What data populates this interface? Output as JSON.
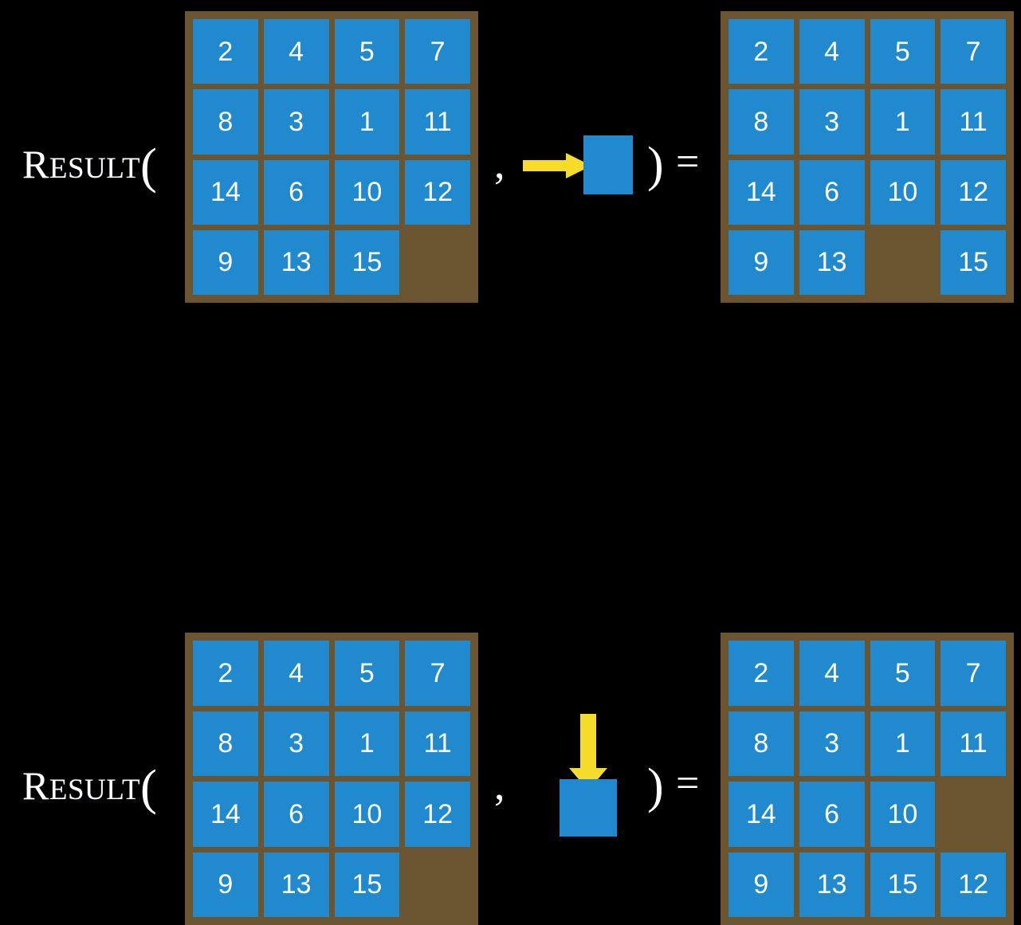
{
  "figure": {
    "background_color": "#000000",
    "tile_color": "#2189ce",
    "board_color": "#6b5430",
    "arrow_color": "#f5dc2b",
    "text_color": "#ffffff"
  },
  "rows": [
    {
      "id": "row-1",
      "label": {
        "cap": "R",
        "small": "ESULT",
        "paren": "("
      },
      "comma": ",",
      "close_paren": ")",
      "equals": "=",
      "input_board": {
        "name": "15-puzzle-state-before",
        "rows": [
          [
            "2",
            "4",
            "5",
            "7"
          ],
          [
            "8",
            "3",
            "1",
            "11"
          ],
          [
            "14",
            "6",
            "10",
            "12"
          ],
          [
            "9",
            "13",
            "15",
            ""
          ]
        ]
      },
      "action": {
        "name": "move-blank-right",
        "direction": "right",
        "arrow_glyph": "right-arrow-icon",
        "tile_glyph": "blank-tile-icon"
      },
      "output_board": {
        "name": "15-puzzle-state-after",
        "rows": [
          [
            "2",
            "4",
            "5",
            "7"
          ],
          [
            "8",
            "3",
            "1",
            "11"
          ],
          [
            "14",
            "6",
            "10",
            "12"
          ],
          [
            "9",
            "13",
            "",
            "15"
          ]
        ]
      }
    },
    {
      "id": "row-2",
      "label": {
        "cap": "R",
        "small": "ESULT",
        "paren": "("
      },
      "comma": ",",
      "close_paren": ")",
      "equals": "=",
      "input_board": {
        "name": "15-puzzle-state-before",
        "rows": [
          [
            "2",
            "4",
            "5",
            "7"
          ],
          [
            "8",
            "3",
            "1",
            "11"
          ],
          [
            "14",
            "6",
            "10",
            "12"
          ],
          [
            "9",
            "13",
            "15",
            ""
          ]
        ]
      },
      "action": {
        "name": "move-blank-down",
        "direction": "down",
        "arrow_glyph": "down-arrow-icon",
        "tile_glyph": "blank-tile-icon"
      },
      "output_board": {
        "name": "15-puzzle-state-after",
        "rows": [
          [
            "2",
            "4",
            "5",
            "7"
          ],
          [
            "8",
            "3",
            "1",
            "11"
          ],
          [
            "14",
            "6",
            "10",
            ""
          ],
          [
            "9",
            "13",
            "15",
            "12"
          ]
        ]
      }
    }
  ]
}
